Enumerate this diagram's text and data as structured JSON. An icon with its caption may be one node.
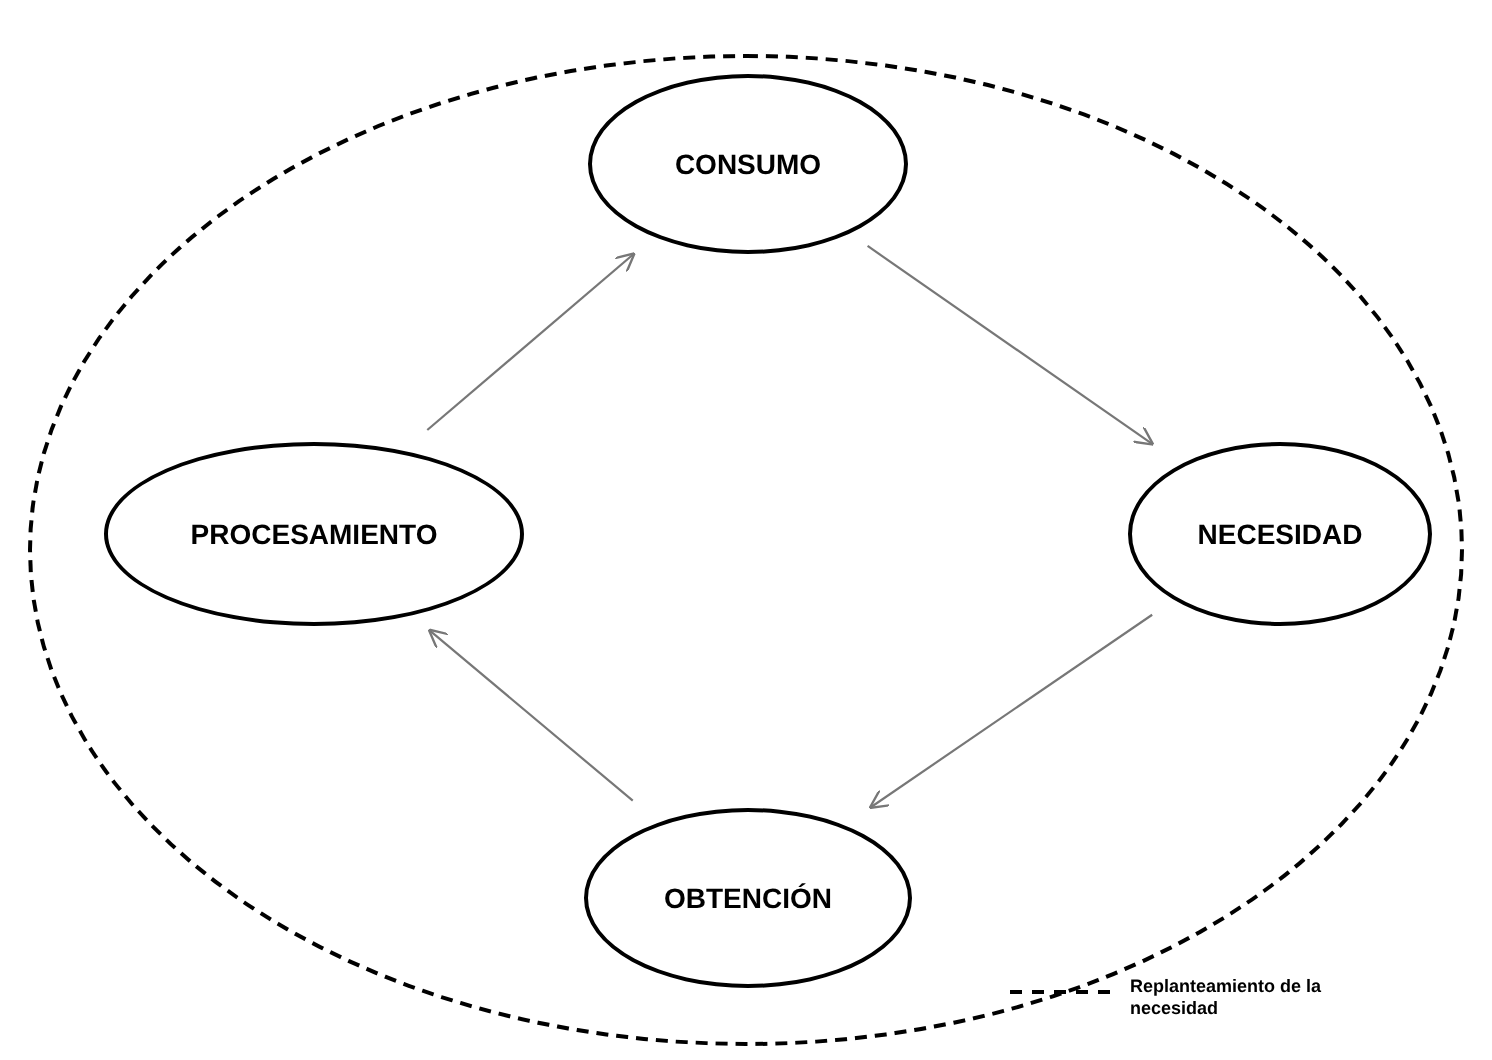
{
  "diagram": {
    "nodes": [
      {
        "text": [],
        "shape": "circle"
      },
      {
        "text": [
          "CONSUMO"
        ],
        "in": 0
      },
      {
        "text": [
          "NECESIDAD"
        ],
        "in": 0
      },
      {
        "text": [
          "OBTENCIÓN"
        ],
        "in": 0
      },
      {
        "text": [
          "PROCESAMIENTO"
        ],
        "in": 0
      }
    ],
    "edges": [
      {
        "from": 1,
        "to": 2,
        "arrow": "to"
      },
      {
        "from": 2,
        "to": 3,
        "arrow": "to"
      },
      {
        "from": 3,
        "to": 4,
        "arrow": "to"
      },
      {
        "from": 4,
        "to": 1,
        "arrow": "to"
      }
    ],
    "legend": [
      {
        "text": "Replanteamiento de la necesidad"
      }
    ]
  }
}
